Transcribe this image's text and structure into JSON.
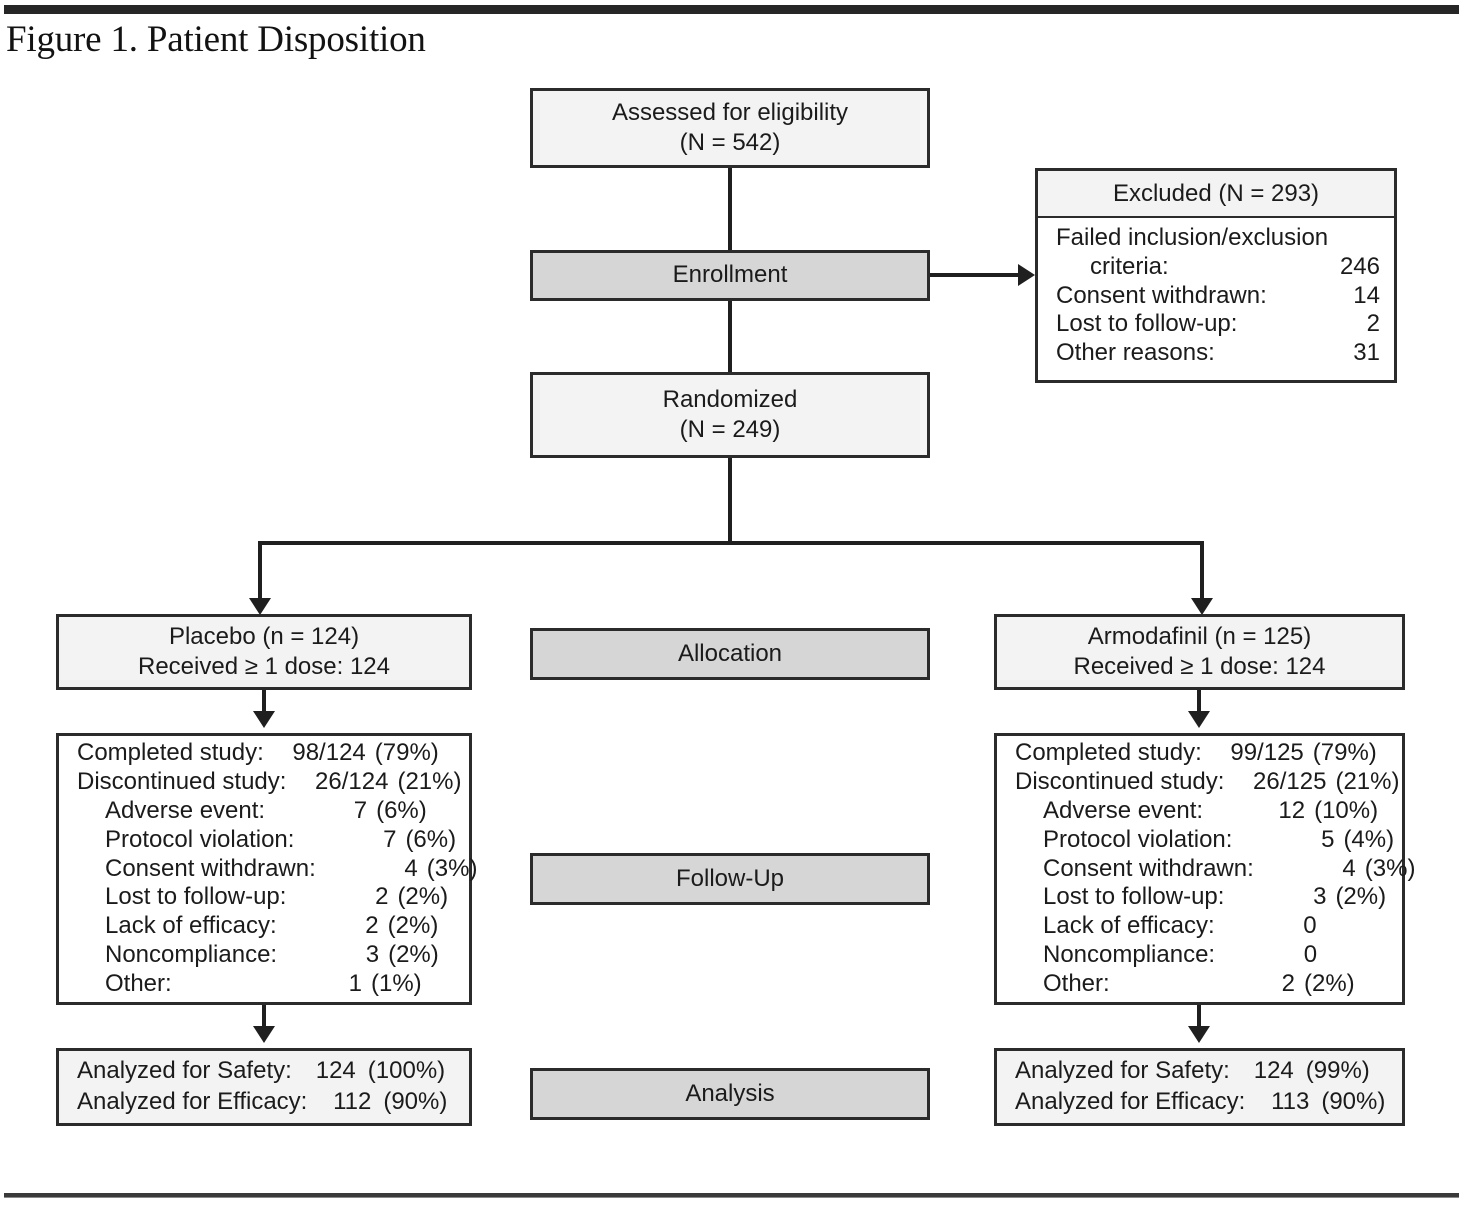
{
  "figure": {
    "title": "Figure 1. Patient Disposition"
  },
  "nodes": {
    "assessed": {
      "line1": "Assessed  for eligibility",
      "line2": "(N = 542)"
    },
    "enrollment": {
      "label": "Enrollment"
    },
    "randomized": {
      "line1": "Randomized",
      "line2": "(N = 249)"
    },
    "allocation": {
      "label": "Allocation"
    },
    "followup": {
      "label": "Follow-Up"
    },
    "analysis": {
      "label": "Analysis"
    }
  },
  "excluded": {
    "header": "Excluded (N = 293)",
    "rows": [
      {
        "label": "Failed inclusion/exclusion",
        "value": "",
        "indent": false
      },
      {
        "label": "criteria:",
        "value": "246",
        "indent": true
      },
      {
        "label": "Consent withdrawn:",
        "value": "14",
        "indent": false
      },
      {
        "label": "Lost to follow-up:",
        "value": "2",
        "indent": false
      },
      {
        "label": "Other reasons:",
        "value": "31",
        "indent": false
      }
    ]
  },
  "arms": [
    {
      "id": "placebo",
      "allocation": {
        "line1": "Placebo (n = 124)",
        "line2": "Received ≥ 1 dose: 124"
      },
      "followup_rows": [
        {
          "label": "Completed study:",
          "num": "98/124",
          "pct": "(79%)",
          "indent": false
        },
        {
          "label": "Discontinued study:",
          "num": "26/124",
          "pct": "(21%)",
          "indent": false
        },
        {
          "label": "Adverse event:",
          "num": "7",
          "pct": "(6%)",
          "indent": true
        },
        {
          "label": "Protocol violation:",
          "num": "7",
          "pct": "(6%)",
          "indent": true
        },
        {
          "label": "Consent withdrawn:",
          "num": "4",
          "pct": "(3%)",
          "indent": true
        },
        {
          "label": "Lost to follow-up:",
          "num": "2",
          "pct": "(2%)",
          "indent": true
        },
        {
          "label": "Lack of efficacy:",
          "num": "2",
          "pct": "(2%)",
          "indent": true
        },
        {
          "label": "Noncompliance:",
          "num": "3",
          "pct": "(2%)",
          "indent": true
        },
        {
          "label": "Other:",
          "num": "1",
          "pct": "(1%)",
          "indent": true
        }
      ],
      "analysis_rows": [
        {
          "label": "Analyzed for Safety:",
          "num": "124",
          "pct": "(100%)"
        },
        {
          "label": "Analyzed for Efficacy:",
          "num": "112",
          "pct": "(90%)"
        }
      ]
    },
    {
      "id": "armodafinil",
      "allocation": {
        "line1": "Armodafinil (n = 125)",
        "line2": "Received ≥ 1 dose: 124"
      },
      "followup_rows": [
        {
          "label": "Completed study:",
          "num": "99/125",
          "pct": "(79%)",
          "indent": false
        },
        {
          "label": "Discontinued study:",
          "num": "26/125",
          "pct": "(21%)",
          "indent": false
        },
        {
          "label": "Adverse event:",
          "num": "12",
          "pct": "(10%)",
          "indent": true
        },
        {
          "label": "Protocol violation:",
          "num": "5",
          "pct": "(4%)",
          "indent": true
        },
        {
          "label": "Consent withdrawn:",
          "num": "4",
          "pct": "(3%)",
          "indent": true
        },
        {
          "label": "Lost to follow-up:",
          "num": "3",
          "pct": "(2%)",
          "indent": true
        },
        {
          "label": "Lack of efficacy:",
          "num": "0",
          "pct": "",
          "indent": true
        },
        {
          "label": "Noncompliance:",
          "num": "0",
          "pct": "",
          "indent": true
        },
        {
          "label": "Other:",
          "num": "2",
          "pct": "(2%)",
          "indent": true
        }
      ],
      "analysis_rows": [
        {
          "label": "Analyzed for Safety:",
          "num": "124",
          "pct": "(99%)"
        },
        {
          "label": "Analyzed for Efficacy:",
          "num": "113",
          "pct": "(90%)"
        }
      ]
    }
  ],
  "colors": {
    "box_fill": "#f3f3f3",
    "stage_fill": "#d6d6d6",
    "border": "#2b2b2b",
    "text": "#1b1b1b",
    "rule": "#262626"
  }
}
